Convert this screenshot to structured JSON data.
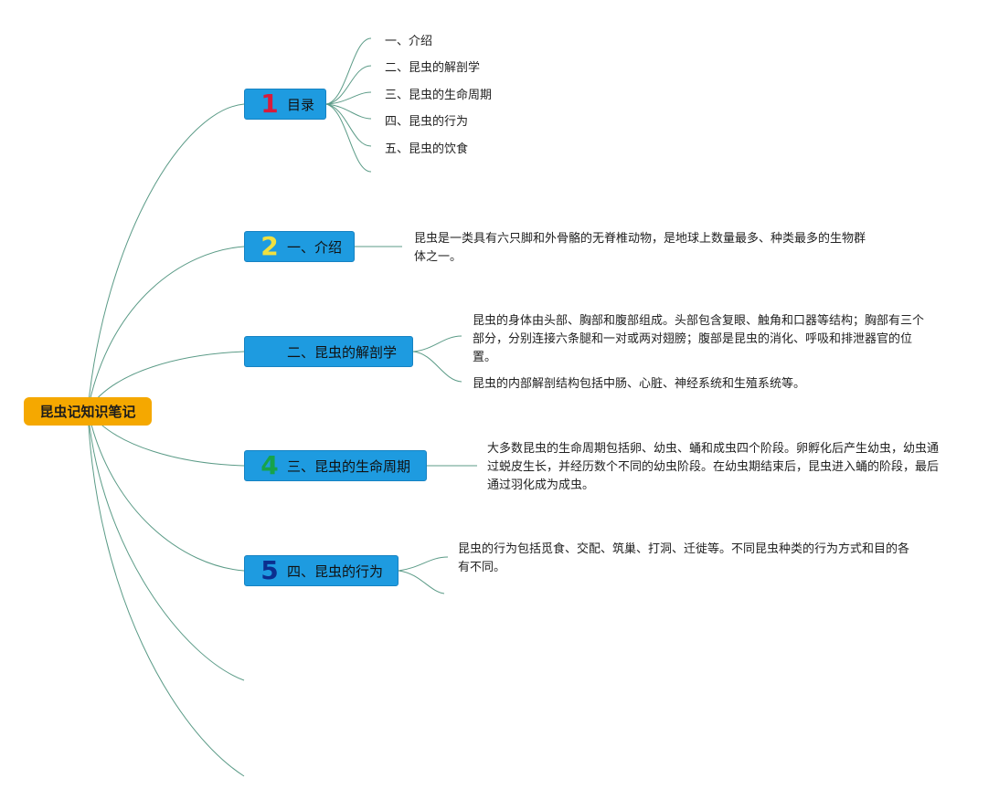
{
  "root": {
    "label": "昆虫记知识笔记"
  },
  "topics": [
    {
      "num": "1",
      "num_color": "#d81b3c",
      "label": "目录"
    },
    {
      "num": "2",
      "num_color": "#f0e040",
      "label": "一、介绍"
    },
    {
      "num": "",
      "num_color": "#1e9be0",
      "label": "二、昆虫的解剖学"
    },
    {
      "num": "4",
      "num_color": "#17a34a",
      "label": "三、昆虫的生命周期"
    },
    {
      "num": "5",
      "num_color": "#0b2f8f",
      "label": "四、昆虫的行为"
    }
  ],
  "toc": [
    "一、介绍",
    "二、昆虫的解剖学",
    "三、昆虫的生命周期",
    "四、昆虫的行为",
    "五、昆虫的饮食"
  ],
  "notes": {
    "intro": "昆虫是一类具有六只脚和外骨骼的无脊椎动物，是地球上数量最多、种类最多的生物群体之一。",
    "anatomy_1": "昆虫的身体由头部、胸部和腹部组成。头部包含复眼、触角和口器等结构；胸部有三个部分，分别连接六条腿和一对或两对翅膀；腹部是昆虫的消化、呼吸和排泄器官的位置。",
    "anatomy_2": "昆虫的内部解剖结构包括中肠、心脏、神经系统和生殖系统等。",
    "lifecycle": "大多数昆虫的生命周期包括卵、幼虫、蛹和成虫四个阶段。卵孵化后产生幼虫，幼虫通过蜕皮生长，并经历数个不同的幼虫阶段。在幼虫期结束后，昆虫进入蛹的阶段，最后通过羽化成为成虫。",
    "behavior": "昆虫的行为包括觅食、交配、筑巢、打洞、迁徙等。不同昆虫种类的行为方式和目的各有不同。"
  }
}
